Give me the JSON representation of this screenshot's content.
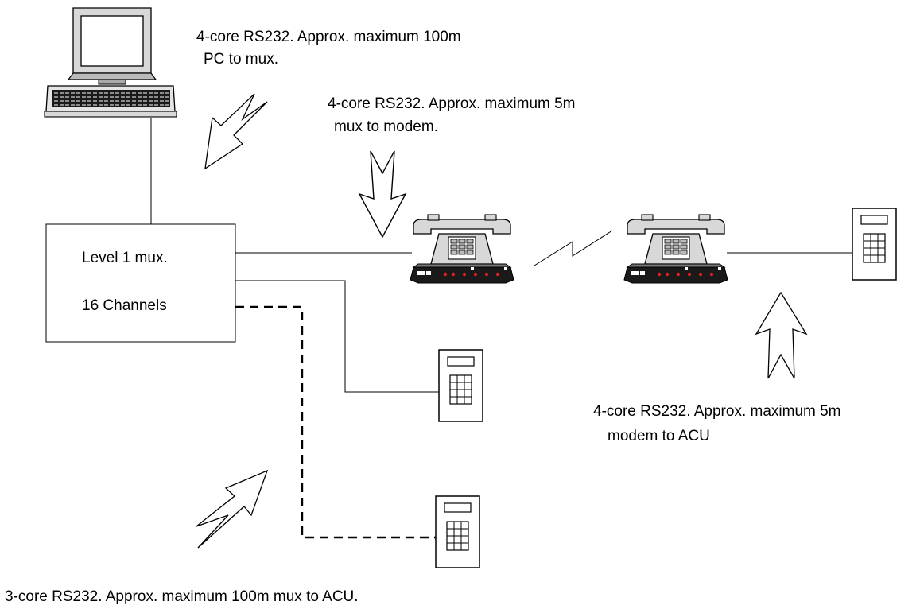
{
  "labels": {
    "pc_link_line1": "4-core RS232. Approx. maximum 100m",
    "pc_link_line2": "PC to mux.",
    "modem_link_line1": "4-core RS232. Approx. maximum 5m",
    "modem_link_line2": "mux to modem.",
    "acu_link_line1": "4-core RS232. Approx. maximum 5m",
    "acu_link_line2": "modem to ACU",
    "mux_title": "Level 1 mux.",
    "mux_channels": "16 Channels",
    "bottom_link": "3-core RS232. Approx. maximum 100m mux to ACU."
  },
  "icons": {
    "pc": "computer-terminal-icon",
    "modem": "desk-phone-modem-icon",
    "acu": "access-control-keypad-icon",
    "radio_link": "lightning-zigzag-icon",
    "callout_arrow": "hollow-arrow-icon"
  },
  "colors": {
    "line": "#000000",
    "device_fill": "#d8d8d8",
    "modem_base": "#1a1a1a",
    "led": "#e02020"
  }
}
